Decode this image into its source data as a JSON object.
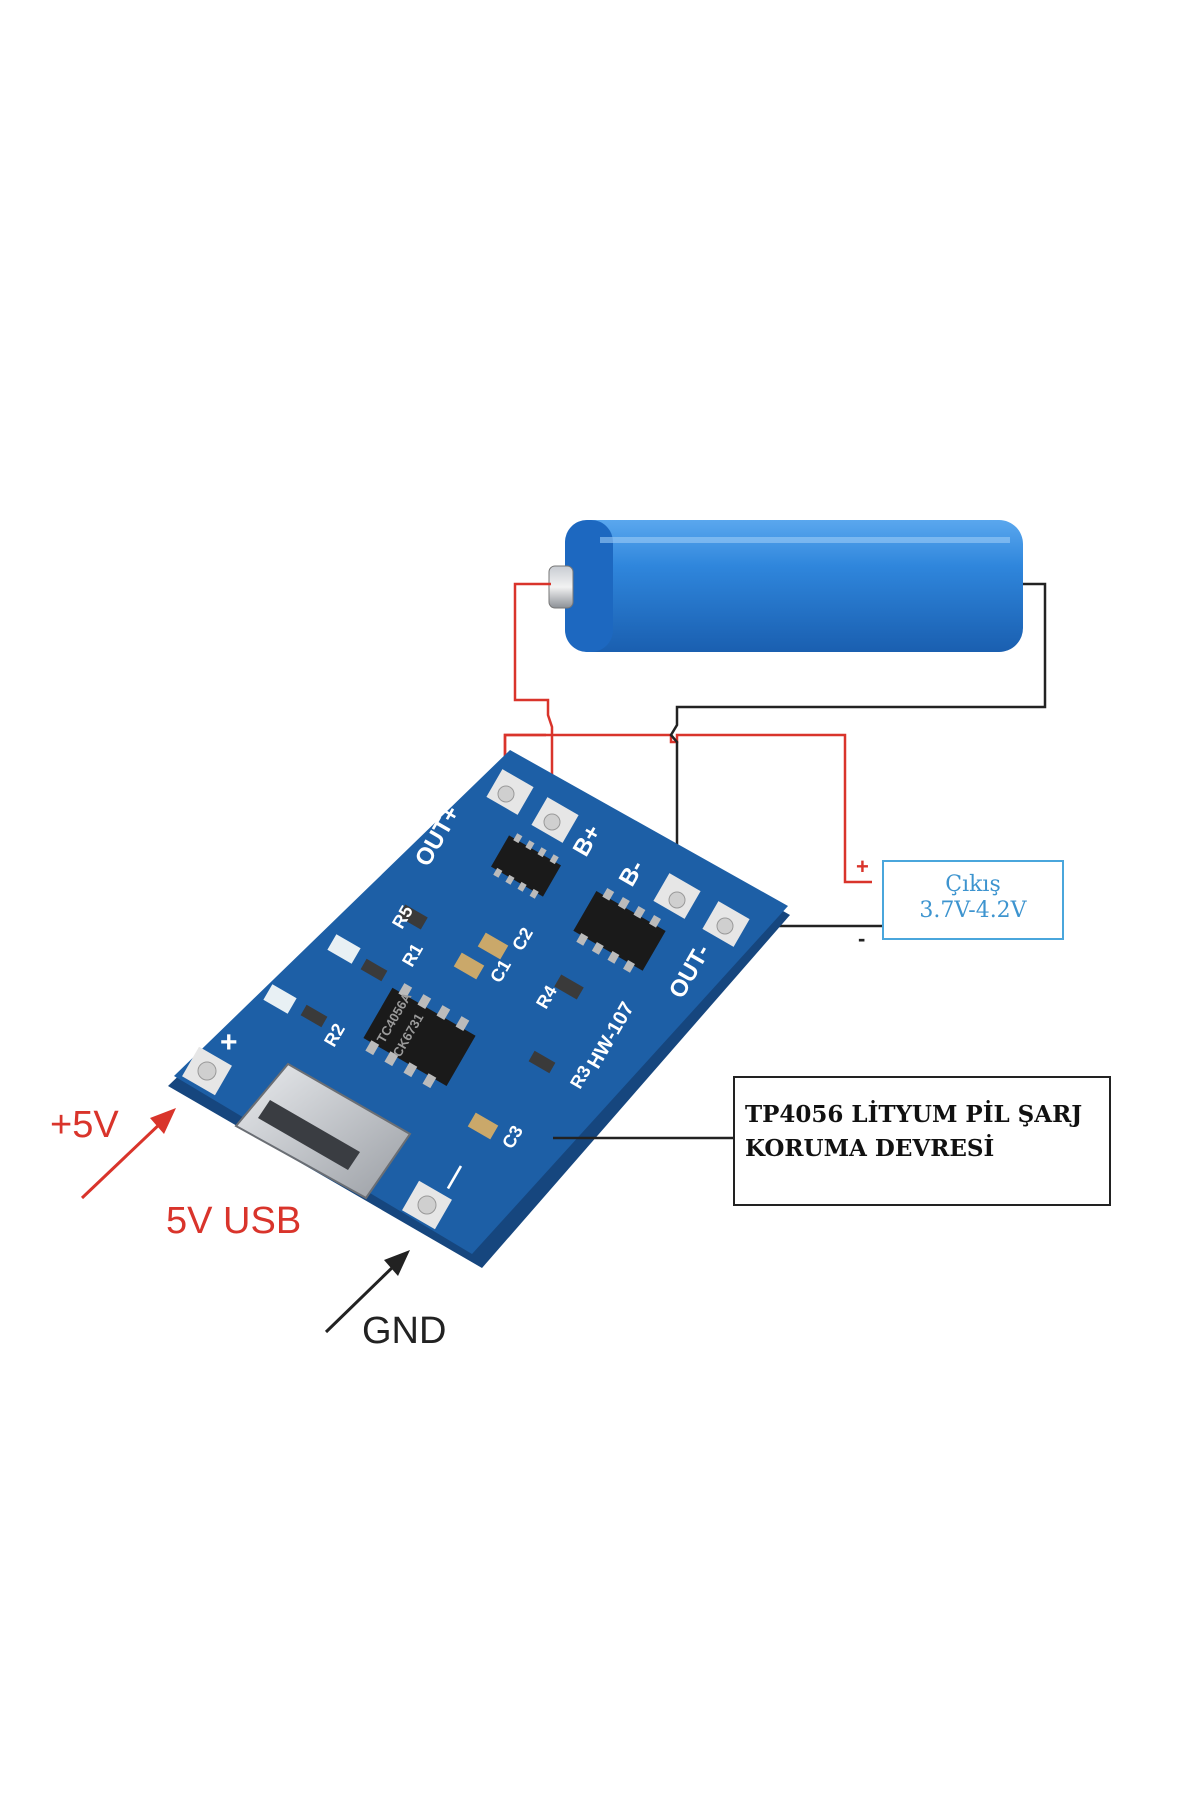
{
  "labels": {
    "plus5v": "+5V",
    "usb": "5V USB",
    "gnd": "GND"
  },
  "output_box": {
    "line1": "Çıkış",
    "line2": "3.7V-4.2V",
    "plus": "+",
    "minus": "-"
  },
  "title_box": {
    "line1": "TP4056 LİTYUM PİL ŞARJ",
    "line2": "KORUMA DEVRESİ"
  },
  "board": {
    "pads": {
      "out_plus": "OUT+",
      "b_plus": "B+",
      "b_minus": "B-",
      "out_minus": "OUT-",
      "in_plus": "+",
      "in_minus": "—"
    },
    "model": "HW-107",
    "chip_main": "TC4056A",
    "chip_code": "CK6731",
    "components": [
      "R5",
      "R1",
      "C2",
      "C1",
      "R4",
      "R2",
      "R3",
      "C3"
    ]
  },
  "colors": {
    "pcb": "#1d5fa6",
    "battery": "#2c7fd6",
    "wire_red": "#d9342b",
    "wire_black": "#222222",
    "output_border": "#4aa6dc"
  }
}
